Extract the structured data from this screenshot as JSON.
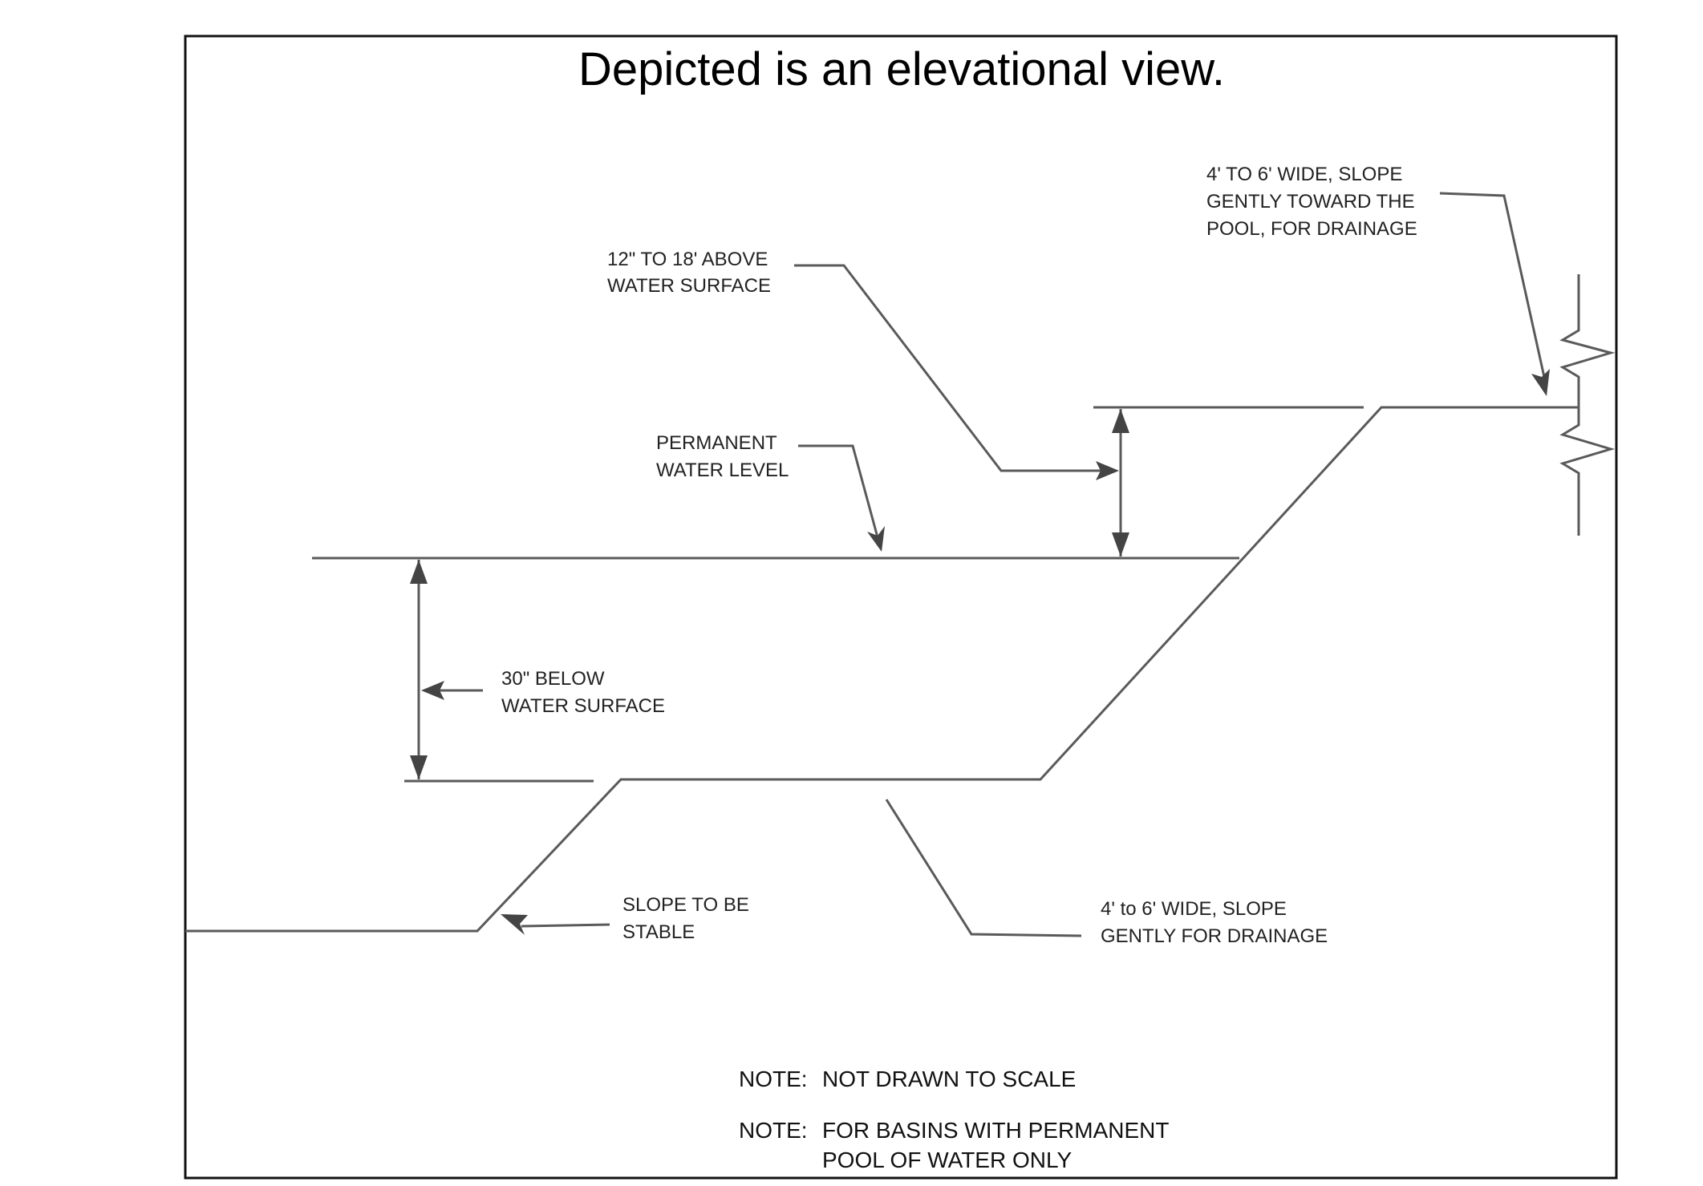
{
  "title": "Depicted is an elevational view.",
  "labels": {
    "above_water": [
      "12\" TO 18' ABOVE",
      "WATER SURFACE"
    ],
    "permanent_water_level": [
      "PERMANENT",
      "WATER LEVEL"
    ],
    "below_water": [
      "30\" BELOW",
      "WATER SURFACE"
    ],
    "slope_stable": [
      "SLOPE TO BE",
      "STABLE"
    ],
    "bench_upper": [
      "4' TO 6' WIDE, SLOPE",
      "GENTLY TOWARD THE",
      "POOL, FOR DRAINAGE"
    ],
    "bench_lower": [
      "4' to 6' WIDE, SLOPE",
      "GENTLY FOR DRAINAGE"
    ]
  },
  "notes": {
    "note1_prefix": "NOTE:",
    "note1_text": "NOT DRAWN TO SCALE",
    "note2_prefix": "NOTE:",
    "note2_line1": "FOR BASINS WITH PERMANENT",
    "note2_line2": "POOL OF WATER ONLY"
  }
}
